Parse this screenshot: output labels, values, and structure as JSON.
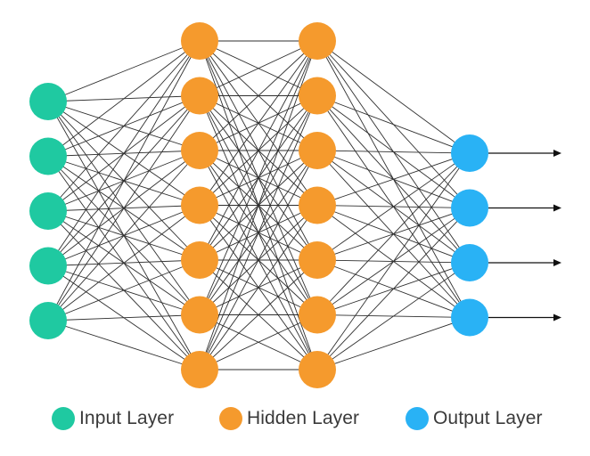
{
  "diagram": {
    "colors": {
      "input": "#1fc9a1",
      "hidden": "#f59a2d",
      "output": "#29b2f5",
      "connection": "#2f2f2f",
      "arrow": "#111111"
    },
    "layers": [
      {
        "kind": "input",
        "nodes": 5
      },
      {
        "kind": "hidden",
        "nodes": 7
      },
      {
        "kind": "hidden",
        "nodes": 7
      },
      {
        "kind": "output",
        "nodes": 4
      }
    ],
    "output_arrows": true
  },
  "legend": {
    "input_label": "Input Layer",
    "hidden_label": "Hidden Layer",
    "output_label": "Output Layer"
  }
}
